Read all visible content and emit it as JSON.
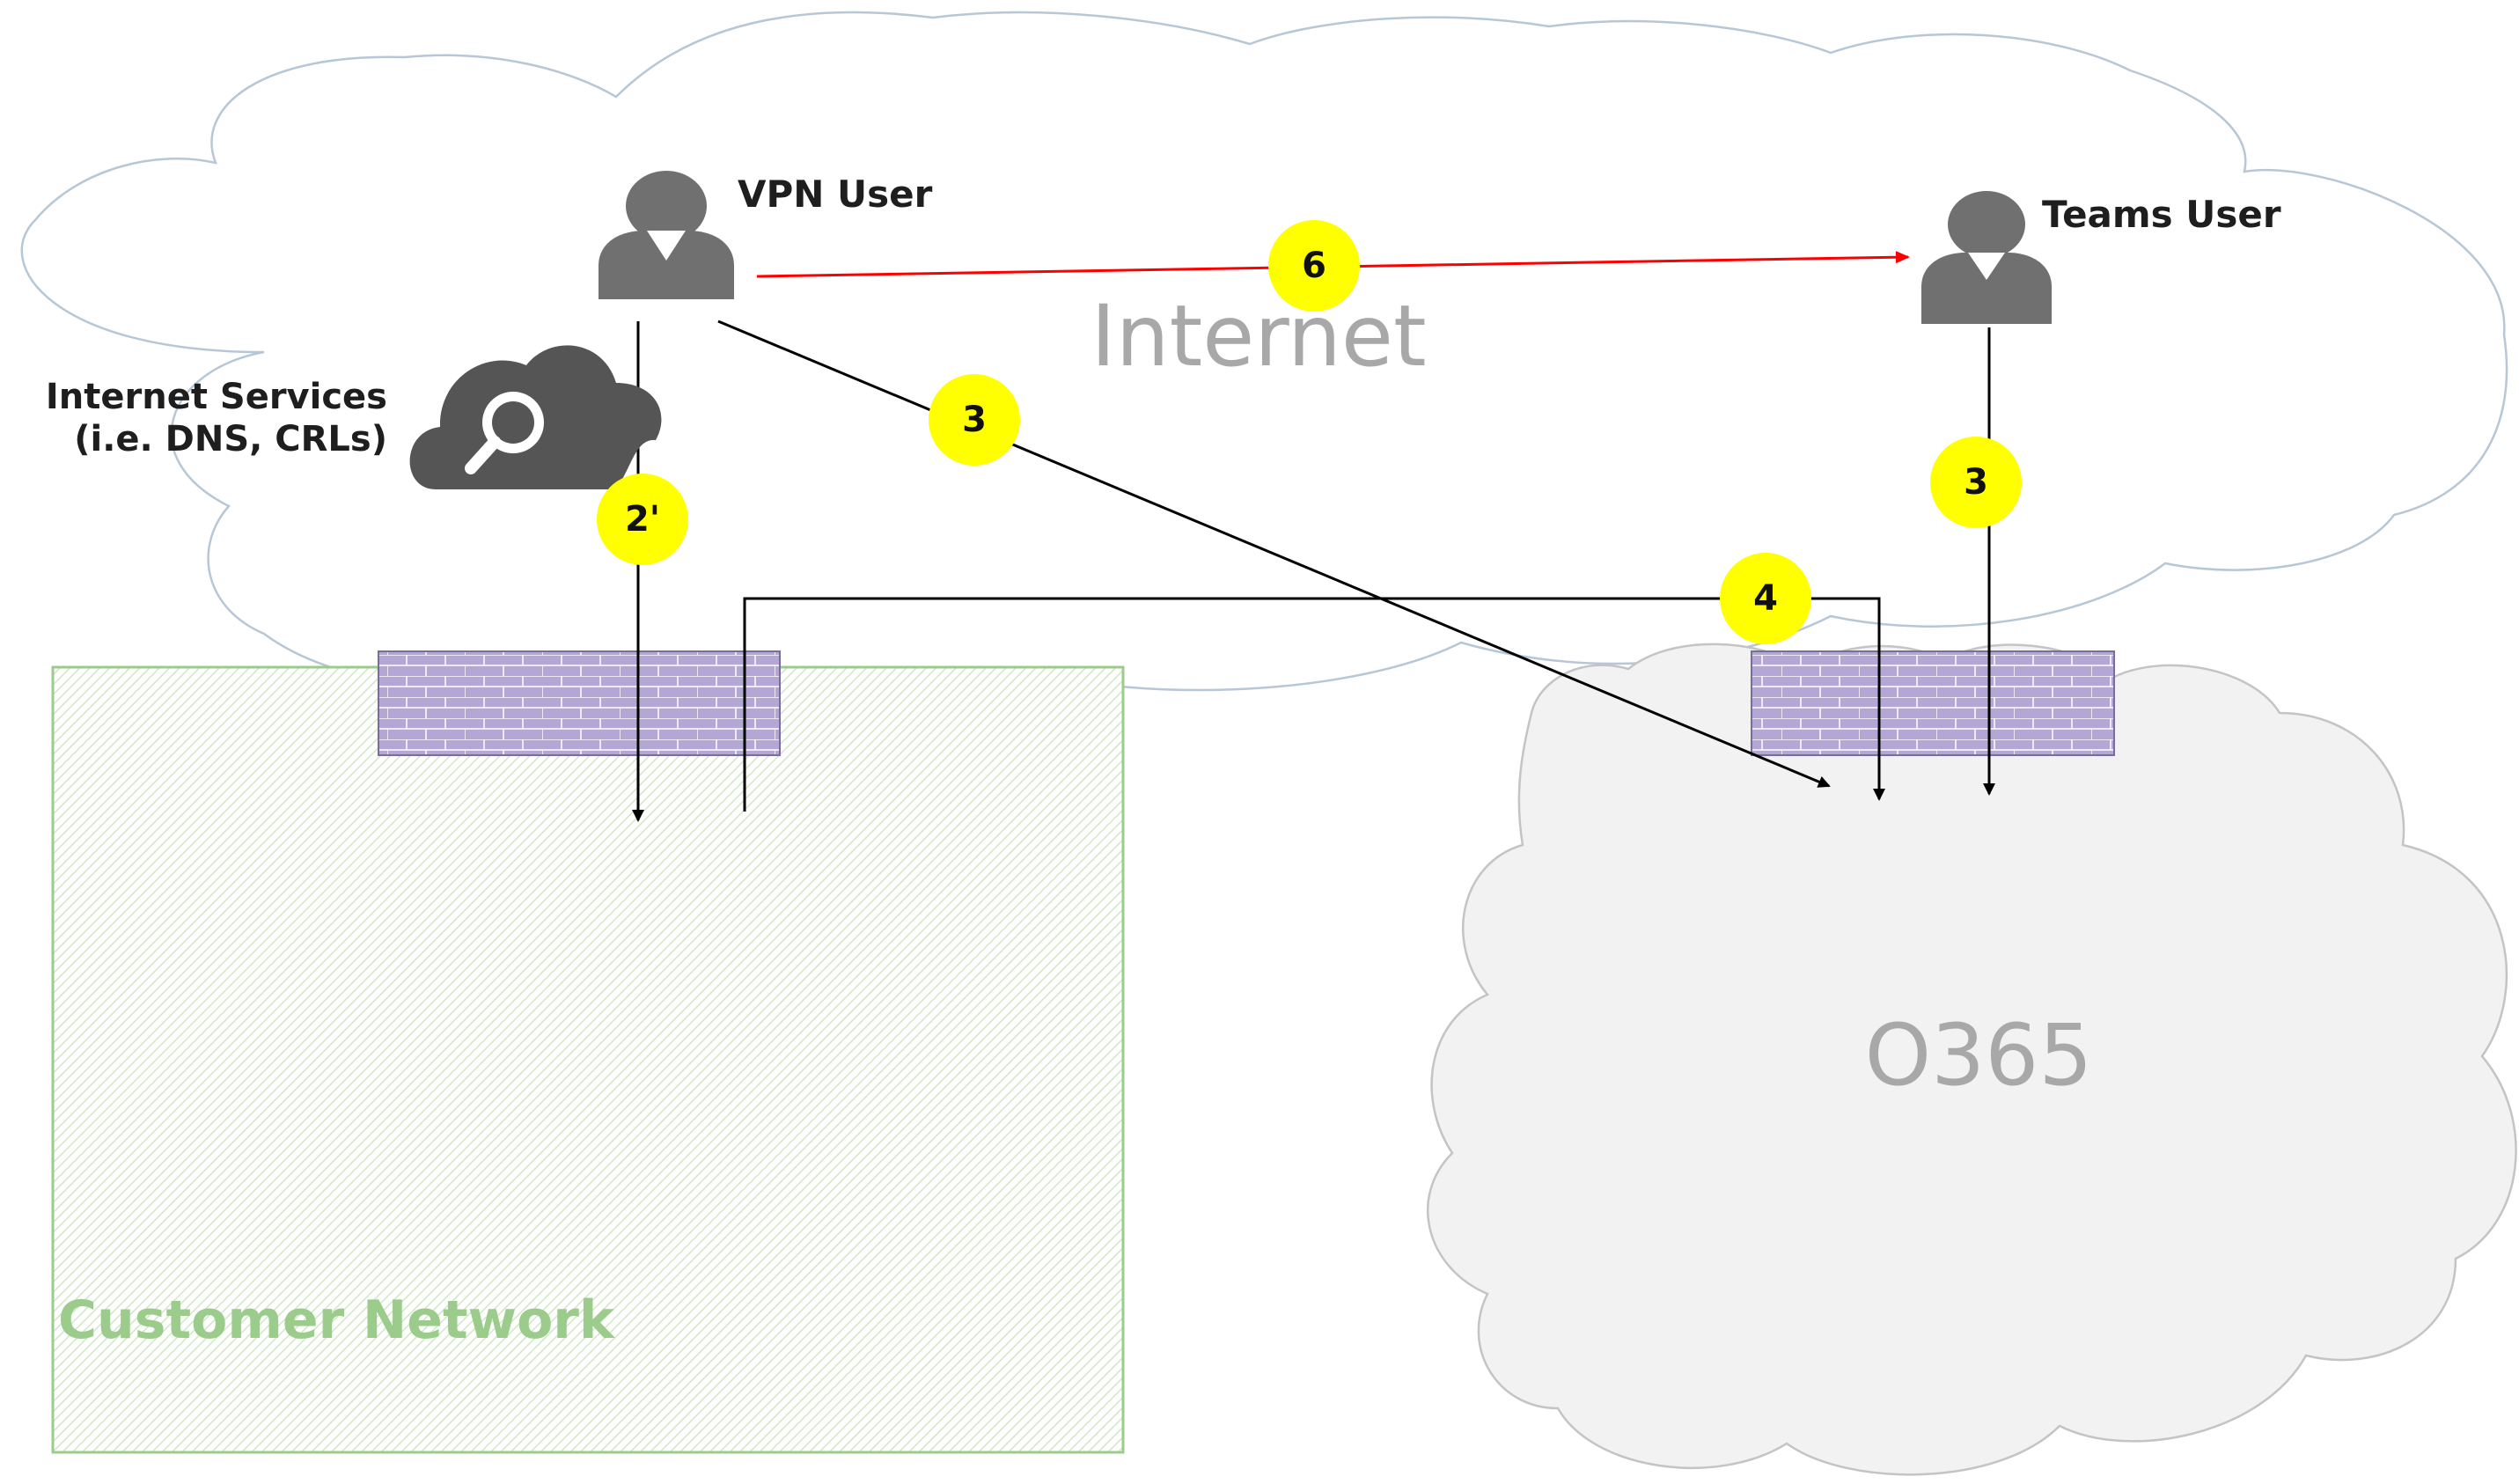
{
  "colors": {
    "internet_cloud_fill": "#ffffff",
    "internet_cloud_stroke": "#b7c7d6",
    "o365_cloud_fill": "#f2f2f2",
    "o365_cloud_stroke": "#c4c4c4",
    "customer_network_stroke": "#9ccc8c",
    "customer_network_hatch": "#cfe8c4",
    "firewall_fill": "#b4a7d6",
    "firewall_stroke": "#7b6c9e",
    "badge_fill": "#ffff00",
    "connector_line": "#000000",
    "highlight_line": "#ff0000",
    "user_icon": "#707070",
    "service_cloud_icon": "#555555"
  },
  "labels": {
    "internet": "Internet",
    "o365": "O365",
    "customer_network": "Customer Network",
    "vpn_user": "VPN User",
    "teams_user": "Teams User",
    "internet_services_line1": "Internet Services",
    "internet_services_line2": "(i.e. DNS, CRLs)"
  },
  "badges": {
    "vpn_to_teams": "6",
    "vpn_to_o365": "3",
    "vpn_to_customer": "2'",
    "customer_to_o365": "4",
    "teams_to_o365": "3"
  },
  "icons": {
    "vpn_user": "user-icon",
    "teams_user": "user-icon",
    "internet_services": "cloud-search-icon",
    "customer_firewall": "firewall-icon",
    "o365_firewall": "firewall-icon"
  }
}
